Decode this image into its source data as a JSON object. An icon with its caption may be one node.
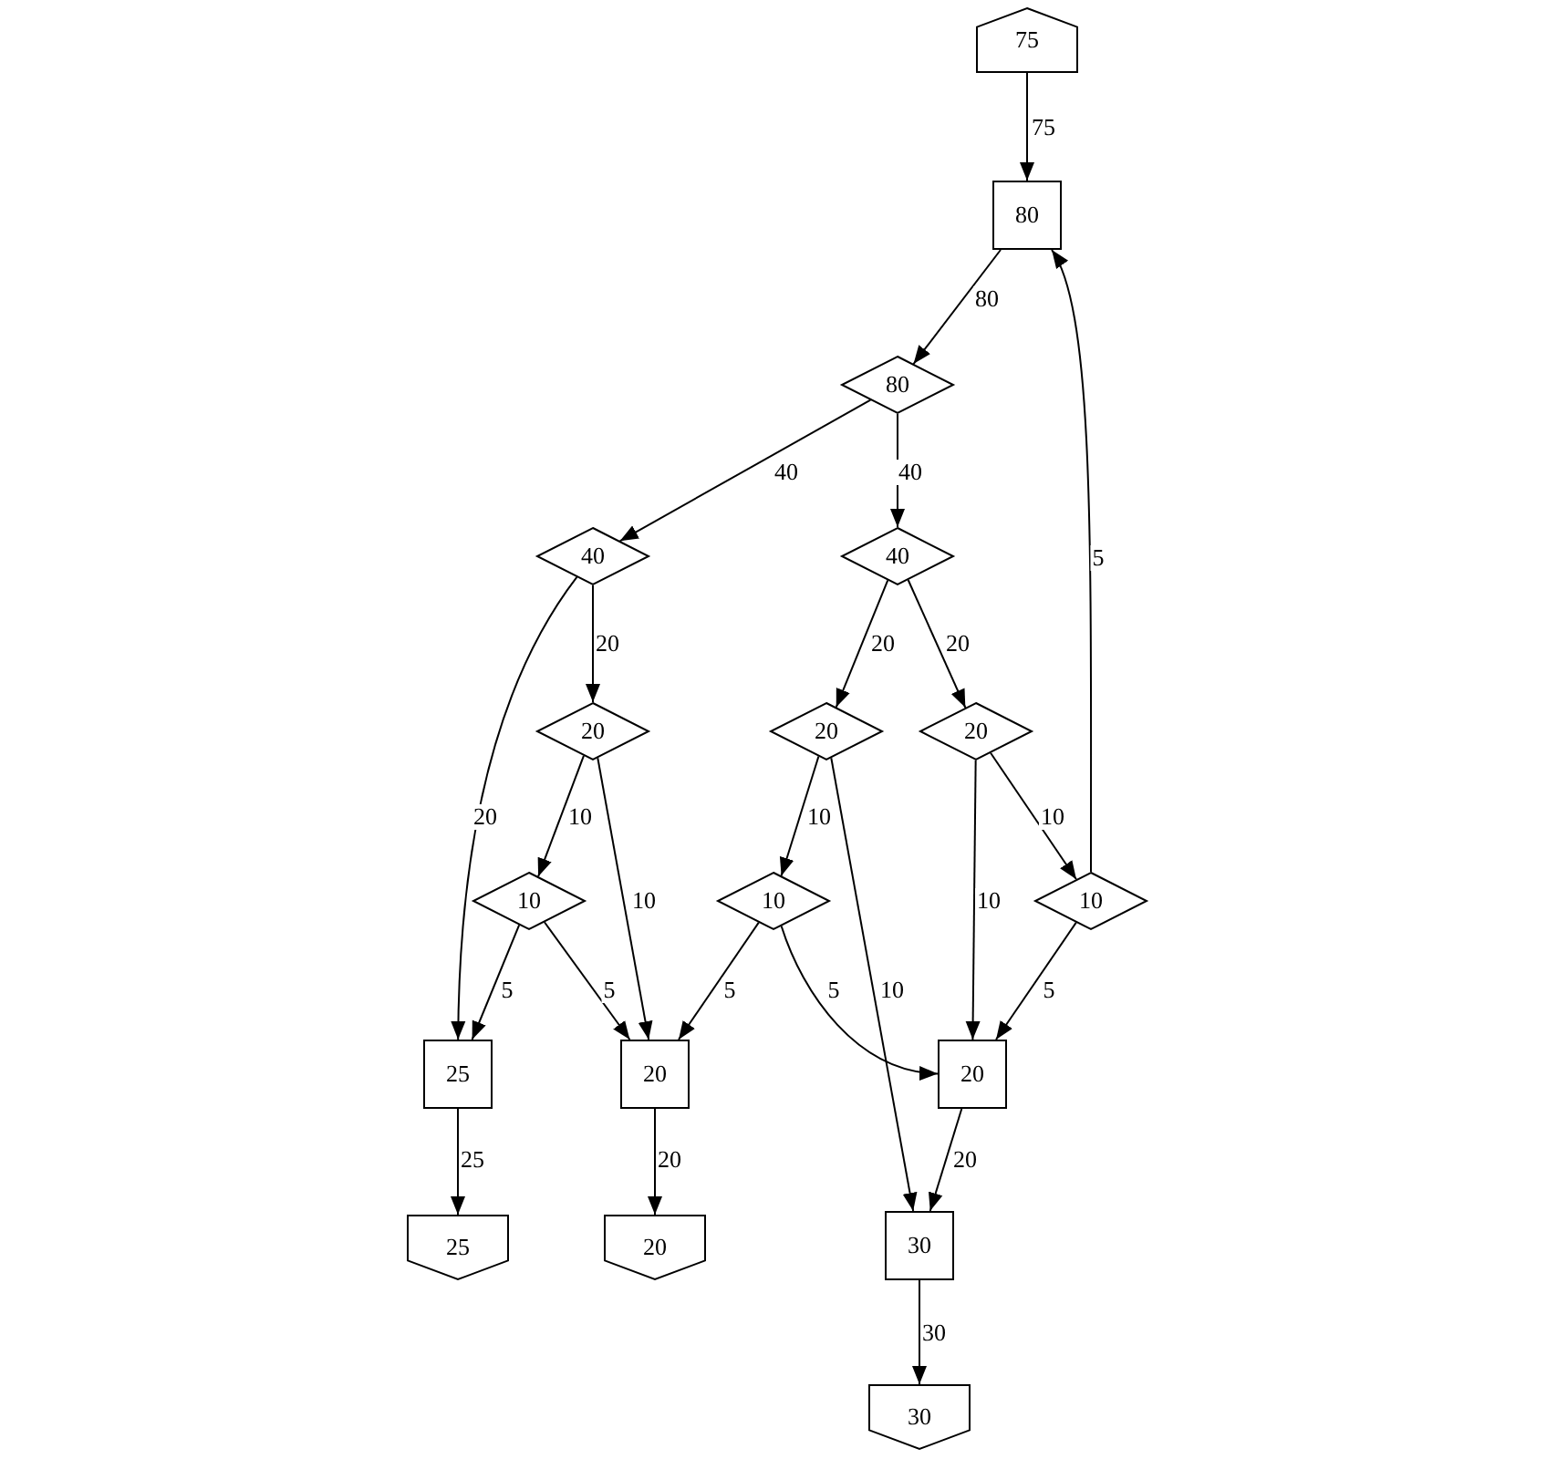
{
  "diagram": {
    "nodes": [
      {
        "text": [
          "75"
        ]
      },
      {
        "text": [
          "80"
        ]
      },
      {
        "text": [
          "80"
        ]
      },
      {
        "text": [
          "40"
        ]
      },
      {
        "text": [
          "40"
        ]
      },
      {
        "text": [
          "20"
        ]
      },
      {
        "text": [
          "20"
        ]
      },
      {
        "text": [
          "20"
        ]
      },
      {
        "text": [
          "10"
        ]
      },
      {
        "text": [
          "10"
        ]
      },
      {
        "text": [
          "10"
        ]
      },
      {
        "text": [
          "25"
        ]
      },
      {
        "text": [
          "20"
        ]
      },
      {
        "text": [
          "20"
        ]
      },
      {
        "text": [
          "30"
        ]
      },
      {
        "text": [
          "25"
        ]
      },
      {
        "text": [
          "20"
        ]
      },
      {
        "text": [
          "30"
        ]
      }
    ],
    "edges": [
      {
        "from": 0,
        "to": 1,
        "arrow": "to",
        "label": "75"
      },
      {
        "from": 1,
        "to": 2,
        "arrow": "to",
        "label": "80"
      },
      {
        "from": 2,
        "to": 3,
        "arrow": "to",
        "label": "40"
      },
      {
        "from": 2,
        "to": 4,
        "arrow": "to",
        "label": "40"
      },
      {
        "from": 3,
        "to": 5,
        "arrow": "to",
        "label": "20"
      },
      {
        "from": 3,
        "to": 11,
        "arrow": "to",
        "label": "20"
      },
      {
        "from": 4,
        "to": 6,
        "arrow": "to",
        "label": "20"
      },
      {
        "from": 4,
        "to": 7,
        "arrow": "to",
        "label": "20"
      },
      {
        "from": 5,
        "to": 8,
        "arrow": "to",
        "label": "10"
      },
      {
        "from": 5,
        "to": 12,
        "arrow": "to",
        "label": "10"
      },
      {
        "from": 6,
        "to": 9,
        "arrow": "to",
        "label": "10"
      },
      {
        "from": 6,
        "to": 14,
        "arrow": "to",
        "label": "10"
      },
      {
        "from": 7,
        "to": 10,
        "arrow": "to",
        "label": "10"
      },
      {
        "from": 7,
        "to": 13,
        "arrow": "to",
        "label": "10"
      },
      {
        "from": 8,
        "to": 11,
        "arrow": "to",
        "label": "5"
      },
      {
        "from": 8,
        "to": 12,
        "arrow": "to",
        "label": "5"
      },
      {
        "from": 9,
        "to": 12,
        "arrow": "to",
        "label": "5"
      },
      {
        "from": 9,
        "to": 13,
        "arrow": "to",
        "label": "5"
      },
      {
        "from": 10,
        "to": 13,
        "arrow": "to",
        "label": "5"
      },
      {
        "from": 10,
        "to": 1,
        "arrow": "to",
        "label": "5"
      },
      {
        "from": 11,
        "to": 15,
        "arrow": "to",
        "label": "25"
      },
      {
        "from": 12,
        "to": 16,
        "arrow": "to",
        "label": "20"
      },
      {
        "from": 13,
        "to": 14,
        "arrow": "to",
        "label": "20"
      },
      {
        "from": 14,
        "to": 17,
        "arrow": "to",
        "label": "30"
      }
    ]
  }
}
